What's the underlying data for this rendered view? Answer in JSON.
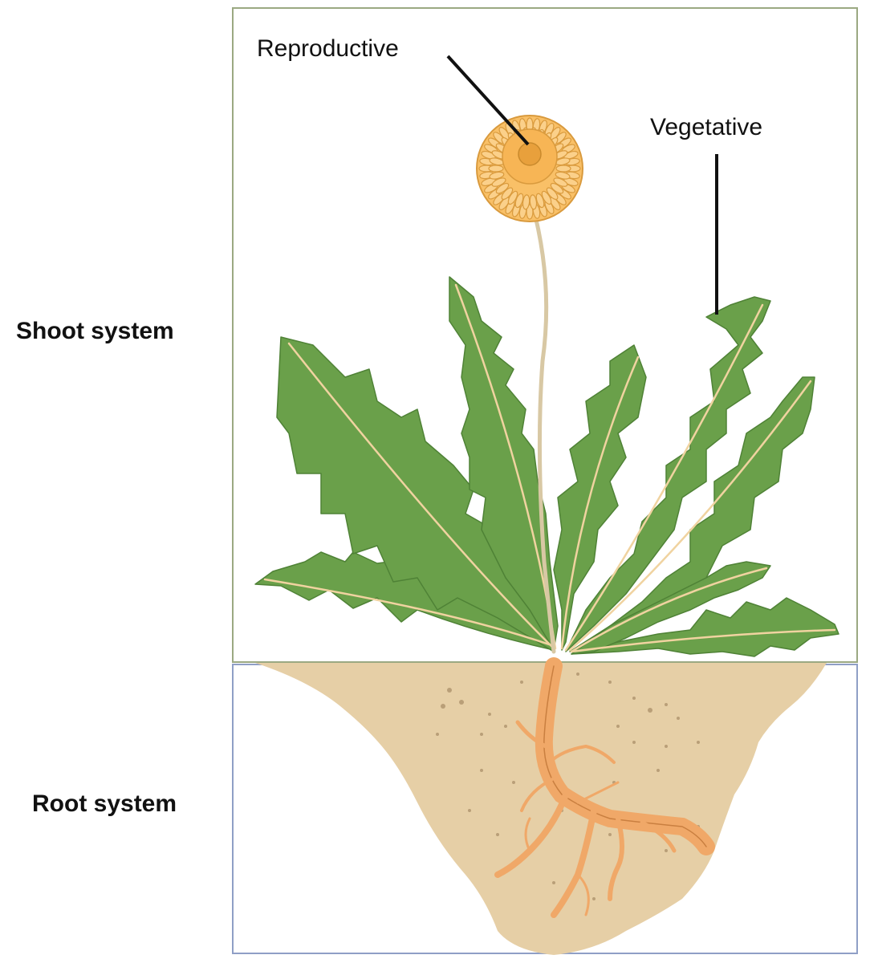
{
  "diagram": {
    "shoot_label": "Shoot system",
    "root_label": "Root system",
    "reproductive_label": "Reproductive",
    "vegetative_label": "Vegetative"
  },
  "colors": {
    "leaf": "#6aa04a",
    "leaf_edge": "#4f8236",
    "vein": "#f0d3a0",
    "stem": "#d8c8a4",
    "flower": "#f9c067",
    "flower_edge": "#d99a3d",
    "soil": "#e6cfa6",
    "root": "#f0a868",
    "root_edge": "#c97f40",
    "shoot_frame": "#9ba982",
    "root_frame": "#8f9fc6"
  },
  "icons": {
    "flower": "dandelion-flower-icon",
    "leaf": "leaf-icon",
    "root": "taproot-icon"
  }
}
